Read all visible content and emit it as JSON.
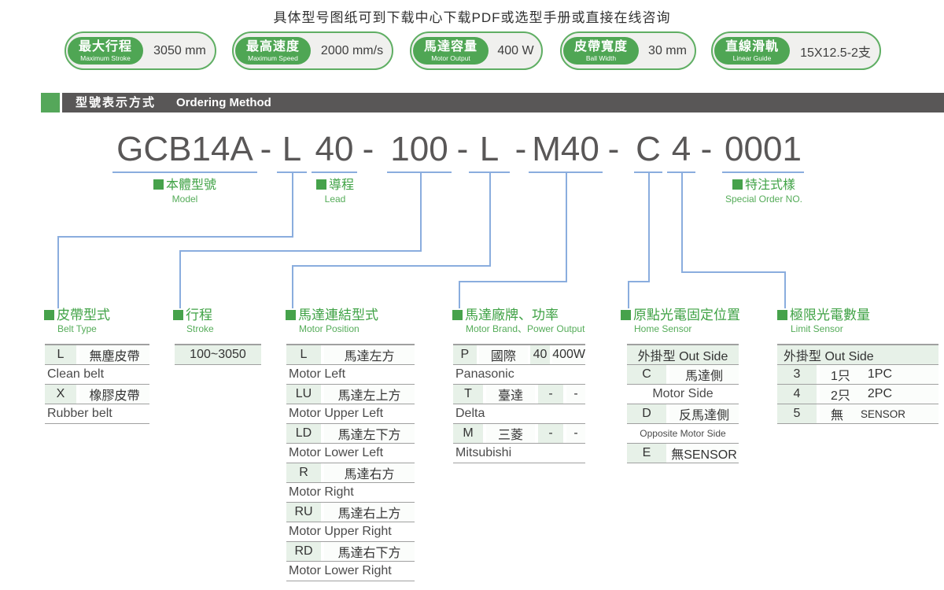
{
  "colors": {
    "accent_green": "#46a24b",
    "bar_gray": "#595757",
    "line_blue": "#8aadde",
    "cell_green": "#e7f1e8"
  },
  "notice": "具体型号图纸可到下载中心下载PDF或选型手册或直接在线咨询",
  "badges": [
    {
      "title_zh": "最大行程",
      "title_en": "Maximum Stroke",
      "value": "3050 mm"
    },
    {
      "title_zh": "最高速度",
      "title_en": "Maximum Speed",
      "value": "2000 mm/s"
    },
    {
      "title_zh": "馬達容量",
      "title_en": "Motor Output",
      "value": "400 W"
    },
    {
      "title_zh": "皮帶寬度",
      "title_en": "Ball Width",
      "value": "30 mm"
    },
    {
      "title_zh": "直線滑軌",
      "title_en": "Linear Guide",
      "value": "15X12.5-2支"
    }
  ],
  "section_title": {
    "zh": "型號表示方式",
    "en": "Ordering Method"
  },
  "model": {
    "parts": [
      "GCB14A",
      "-",
      "L",
      "40",
      "-",
      "100",
      "-",
      "L",
      "-",
      "M40",
      "-",
      "C",
      "4",
      "-",
      "0001"
    ]
  },
  "callouts": {
    "model": {
      "zh": "本體型號",
      "en": "Model"
    },
    "lead": {
      "zh": "導程",
      "en": "Lead"
    },
    "special": {
      "zh": "特注式樣",
      "en": "Special Order NO."
    }
  },
  "sections": [
    {
      "zh": "皮帶型式",
      "en": "Belt Type"
    },
    {
      "zh": "行程",
      "en": "Stroke"
    },
    {
      "zh": "馬達連結型式",
      "en": "Motor Position"
    },
    {
      "zh": "馬達廠牌、功率",
      "en": "Motor Brand、Power Output"
    },
    {
      "zh": "原點光電固定位置",
      "en": "Home Sensor"
    },
    {
      "zh": "極限光電數量",
      "en": "Limit Sensor"
    }
  ],
  "tables": {
    "belt": {
      "rows": [
        {
          "code": "L",
          "zh": "無塵皮帶",
          "en": "Clean belt"
        },
        {
          "code": "X",
          "zh": "橡膠皮帶",
          "en": "Rubber belt"
        }
      ]
    },
    "stroke": {
      "range": "100~3050"
    },
    "motor_position": {
      "rows": [
        {
          "code": "L",
          "zh": "馬達左方",
          "en": "Motor Left"
        },
        {
          "code": "LU",
          "zh": "馬達左上方",
          "en": "Motor Upper Left"
        },
        {
          "code": "LD",
          "zh": "馬達左下方",
          "en": "Motor Lower Left"
        },
        {
          "code": "R",
          "zh": "馬達右方",
          "en": "Motor Right"
        },
        {
          "code": "RU",
          "zh": "馬達右上方",
          "en": "Motor Upper Right"
        },
        {
          "code": "RD",
          "zh": "馬達右下方",
          "en": "Motor Lower Right"
        }
      ]
    },
    "motor_brand": {
      "rows": [
        {
          "code": "P",
          "brand": "國際",
          "pcode": "40",
          "power": "400W",
          "en": "Panasonic"
        },
        {
          "code": "T",
          "brand": "臺達",
          "pcode": "-",
          "power": "-",
          "en": "Delta"
        },
        {
          "code": "M",
          "brand": "三菱",
          "pcode": "-",
          "power": "-",
          "en": "Mitsubishi"
        }
      ]
    },
    "home_sensor": {
      "header": "外掛型 Out Side",
      "rows": [
        {
          "code": "C",
          "zh": "馬達側",
          "en": "Motor Side"
        },
        {
          "code": "D",
          "zh": "反馬達側",
          "en": "Opposite Motor Side"
        },
        {
          "code": "E",
          "zh": "無SENSOR",
          "en": ""
        }
      ]
    },
    "limit_sensor": {
      "header": "外掛型 Out Side",
      "rows": [
        {
          "code": "3",
          "zh": "1只",
          "en": "1PC"
        },
        {
          "code": "4",
          "zh": "2只",
          "en": "2PC"
        },
        {
          "code": "5",
          "zh": "無",
          "en": "SENSOR"
        }
      ]
    }
  }
}
